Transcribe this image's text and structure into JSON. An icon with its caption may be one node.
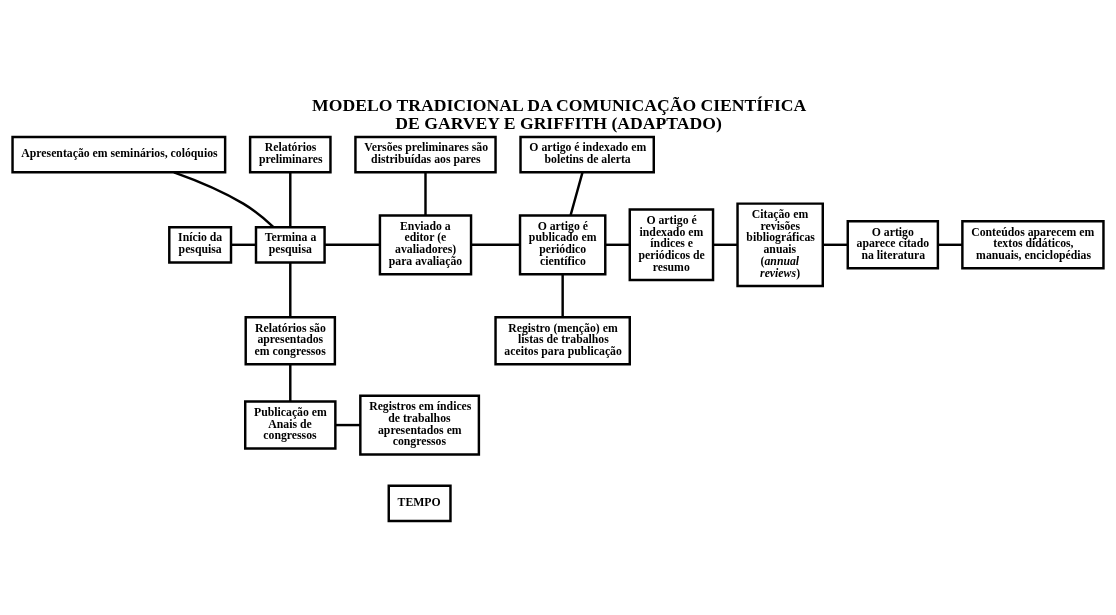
{
  "diagram": {
    "title": "MODELO TRADICIONAL DA COMUNICAÇÃO CIENTÍFICA DE GARVEY E GRIFFITH (ADAPTADO)",
    "nodes": [
      {
        "text": [
          "Apresentação em seminários, colóquios"
        ]
      },
      {
        "text": [
          "Relatórios preliminares"
        ]
      },
      {
        "text": [
          "Versões preliminares são distribuídas aos pares"
        ]
      },
      {
        "text": [
          "O artigo é indexado em boletins de alerta"
        ]
      },
      {
        "text": [
          "Início da pesquisa"
        ]
      },
      {
        "text": [
          "Termina a pesquisa"
        ]
      },
      {
        "text": [
          "Enviado a editor (e avaliadores) para avaliação"
        ]
      },
      {
        "text": [
          "O artigo é publicado em periódico científico"
        ]
      },
      {
        "text": [
          "O artigo é indexado em índices e periódicos de resumo"
        ]
      },
      {
        "text": [
          "Citação em revisões bibliográficas anuais (*annual reviews*)"
        ]
      },
      {
        "text": [
          "O artigo aparece citado na literatura"
        ]
      },
      {
        "text": [
          "Conteúdos aparecem em textos didáticos, manuais, enciclopédias"
        ]
      },
      {
        "text": [
          "Relatórios são apresentados em congressos"
        ]
      },
      {
        "text": [
          "Registro (menção) em listas de trabalhos aceitos para publicação"
        ]
      },
      {
        "text": [
          "Publicação em Anais de congressos"
        ]
      },
      {
        "text": [
          "Registros em índices de trabalhos apresentados em congressos"
        ]
      },
      {
        "text": [
          "TEMPO"
        ]
      }
    ],
    "edges": [
      {
        "from": 4,
        "to": 5,
        "arrow": "none"
      },
      {
        "from": 1,
        "to": 5,
        "arrow": "none"
      },
      {
        "from": 0,
        "to": 5,
        "arrow": "none"
      },
      {
        "from": 5,
        "to": 6,
        "arrow": "none"
      },
      {
        "from": 2,
        "to": 6,
        "arrow": "none"
      },
      {
        "from": 6,
        "to": 7,
        "arrow": "none"
      },
      {
        "from": 3,
        "to": 7,
        "arrow": "none"
      },
      {
        "from": 7,
        "to": 8,
        "arrow": "none"
      },
      {
        "from": 8,
        "to": 9,
        "arrow": "none"
      },
      {
        "from": 9,
        "to": 10,
        "arrow": "none"
      },
      {
        "from": 10,
        "to": 11,
        "arrow": "none"
      },
      {
        "from": 5,
        "to": 12,
        "arrow": "none"
      },
      {
        "from": 7,
        "to": 13,
        "arrow": "none"
      },
      {
        "from": 12,
        "to": 14,
        "arrow": "none"
      },
      {
        "from": 14,
        "to": 15,
        "arrow": "none"
      }
    ]
  }
}
